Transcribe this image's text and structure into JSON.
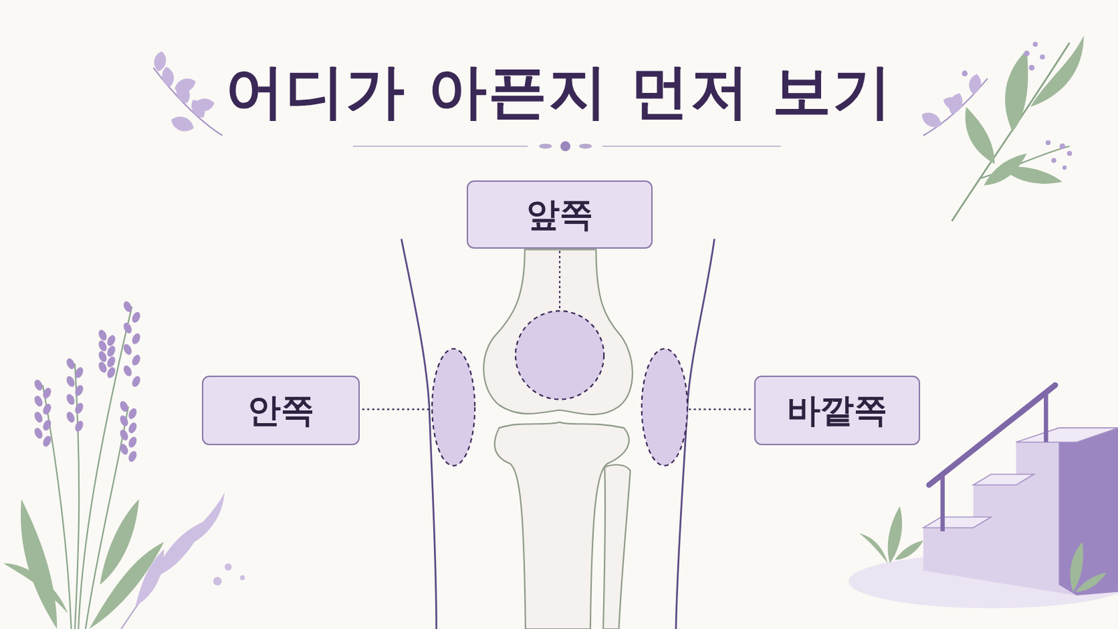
{
  "diagram": {
    "title": "어디가 아픈지 먼저 보기",
    "nodes": [
      {
        "text": [
          "앞쪽"
        ]
      },
      {
        "text": [
          "안쪽"
        ]
      },
      {
        "text": [
          "바깥쪽"
        ]
      }
    ]
  }
}
